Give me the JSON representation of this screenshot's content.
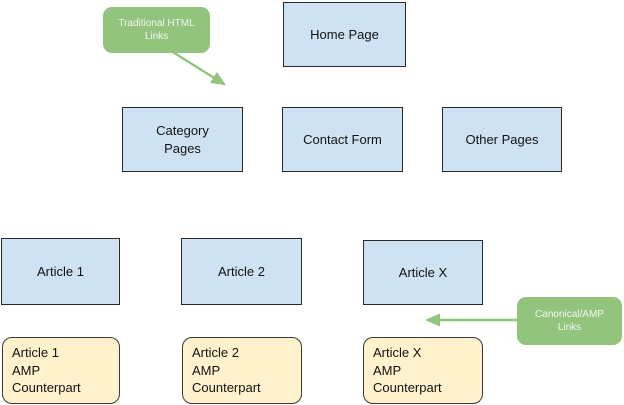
{
  "diagram": {
    "nodes": {
      "home_page": {
        "label": "Home Page"
      },
      "category_pages": {
        "label": "Category\nPages"
      },
      "contact_form": {
        "label": "Contact Form"
      },
      "other_pages": {
        "label": "Other Pages"
      },
      "article_1": {
        "label": "Article 1"
      },
      "article_2": {
        "label": "Article 2"
      },
      "article_x": {
        "label": "Article X"
      },
      "amp_article_1": {
        "label": "Article 1\nAMP\nCounterpart"
      },
      "amp_article_2": {
        "label": "Article 2\nAMP\nCounterpart"
      },
      "amp_article_x": {
        "label": "Article X\nAMP\nCounterpart"
      }
    },
    "callouts": {
      "traditional_html_links": {
        "label": "Traditional HTML\nLinks"
      },
      "canonical_amp_links": {
        "label": "Canonical/AMP\nLinks"
      }
    },
    "colors": {
      "page_box_fill": "#cfe2f3",
      "page_box_border": "#2a2a2a",
      "amp_box_fill": "#fff2cc",
      "amp_box_border": "#3a3a3a",
      "callout_fill": "#93c47d",
      "callout_text": "#f2f7f0",
      "arrow": "#93c47d",
      "node_text": "#111111",
      "background": "#ffffff"
    }
  }
}
